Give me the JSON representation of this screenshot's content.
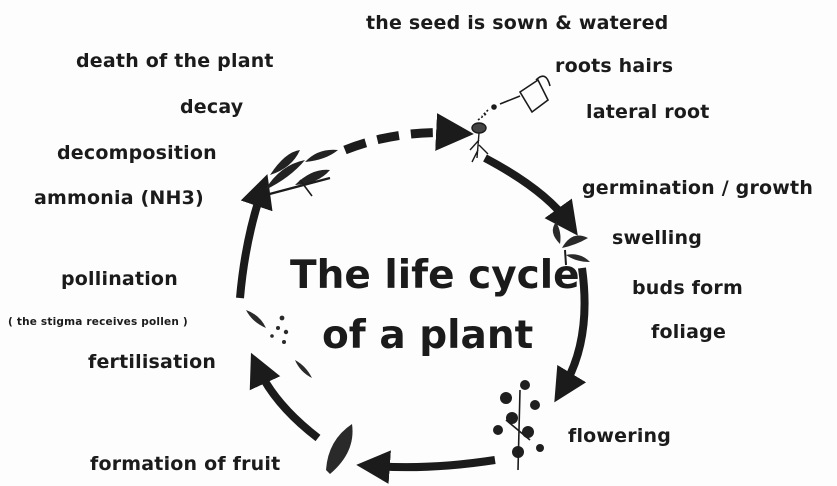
{
  "diagram": {
    "title_line1": "The life cycle",
    "title_line2": "of a plant",
    "labels": {
      "seed_sown": "the seed is sown & watered",
      "roots_hairs": "roots hairs",
      "lateral_root": "lateral root",
      "germination": "germination / growth",
      "swelling": "swelling",
      "buds_form": "buds form",
      "foliage": "foliage",
      "flowering": "flowering",
      "formation_fruit": "formation of fruit",
      "fertilisation": "fertilisation",
      "stigma_note": "( the stigma receives pollen )",
      "pollination": "pollination",
      "ammonia": "ammonia (NH3)",
      "decomposition": "decomposition",
      "decay": "decay",
      "death": "death of the plant"
    },
    "colors": {
      "ink": "#1b1b1b",
      "background": "#fdfdfd"
    }
  }
}
